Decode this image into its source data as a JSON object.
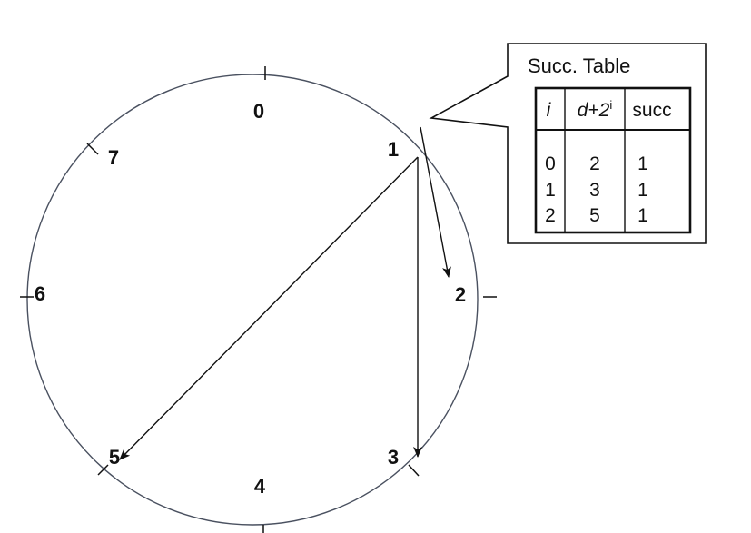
{
  "ring": {
    "nodes": [
      {
        "id": "0",
        "label": "0"
      },
      {
        "id": "1",
        "label": "1"
      },
      {
        "id": "2",
        "label": "2"
      },
      {
        "id": "3",
        "label": "3"
      },
      {
        "id": "4",
        "label": "4"
      },
      {
        "id": "5",
        "label": "5"
      },
      {
        "id": "6",
        "label": "6"
      },
      {
        "id": "7",
        "label": "7"
      }
    ],
    "arrows": [
      {
        "from": "1",
        "to": "2"
      },
      {
        "from": "1",
        "to": "3"
      },
      {
        "from": "1",
        "to": "5"
      }
    ],
    "colors": {
      "circle": "#4a5160",
      "lines": "#111111"
    }
  },
  "callout": {
    "title": "Succ. Table",
    "headers": {
      "i": "i",
      "d_base": "d+2",
      "d_sup": "i",
      "succ": "succ"
    },
    "rows": [
      {
        "i": "0",
        "d": "2",
        "succ": "1"
      },
      {
        "i": "1",
        "d": "3",
        "succ": "1"
      },
      {
        "i": "2",
        "d": "5",
        "succ": "1"
      }
    ]
  }
}
